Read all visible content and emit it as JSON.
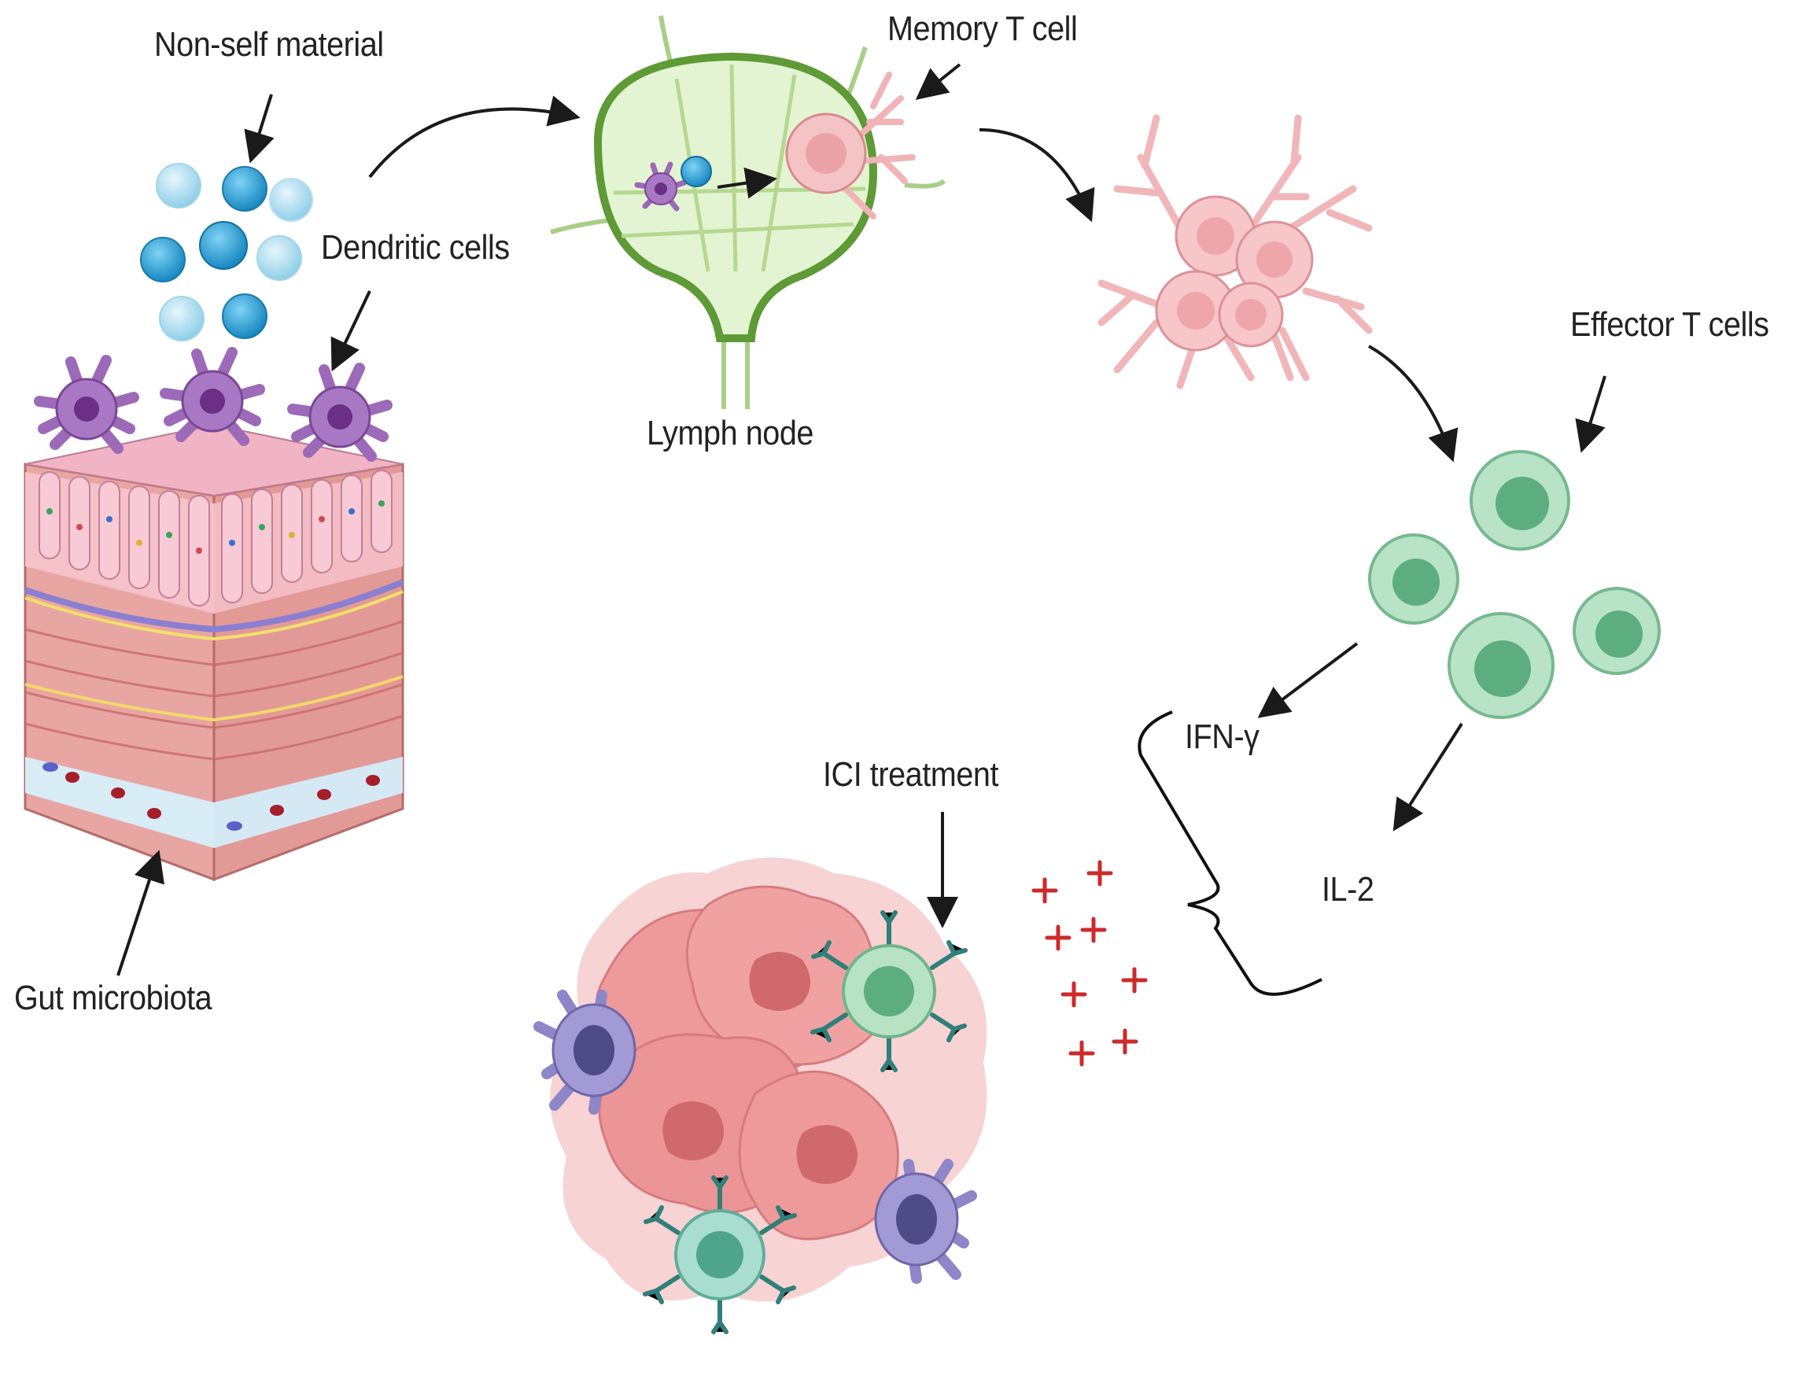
{
  "labels": {
    "non_self_material": "Non-self material",
    "dendritic_cells": "Dendritic cells",
    "memory_t_cell": "Memory T cell",
    "lymph_node": "Lymph node",
    "effector_t_cells": "Effector T cells",
    "ifn_gamma": "IFN-γ",
    "il_2": "IL-2",
    "ici_treatment": "ICI treatment",
    "gut_microbiota": "Gut microbiota"
  },
  "colors": {
    "arrow": "#1a1a1a",
    "antigen_dark": "#1f8fc4",
    "antigen_light": "#8fd0ea",
    "dendritic_cell": "#8e5fa8",
    "memory_t_cell": "#eeaaaf",
    "effector_t_cell": "#7cc49a",
    "lymph_node": "#d9f0c4",
    "tumor": "#e98a8c",
    "cytokine_plus": "#cc2b2b"
  }
}
